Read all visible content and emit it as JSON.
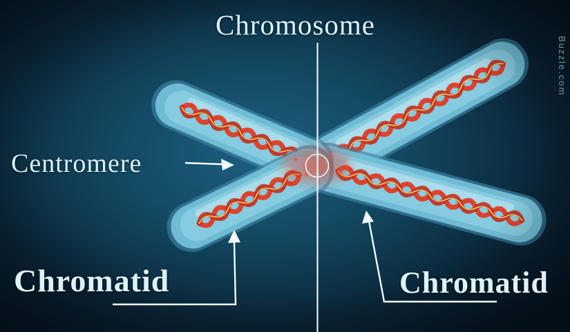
{
  "title": "Chromosome",
  "labels": {
    "centromere": "Centromere",
    "chromatid_left": "Chromatid",
    "chromatid_right": "Chromatid"
  },
  "watermark": "Buzzle.com",
  "colors": {
    "background_center": "#1d5f80",
    "background_edge": "#05121d",
    "label_text": "#dcf2f7",
    "annotation_line": "#f2fbfd",
    "chromatid_edge": "#3e85a6",
    "chromatid_base": "#74c0d8",
    "chromatid_mid": "#9edced",
    "chromatid_highlight": "#dcf4f9",
    "dna_red": "#e23a22",
    "dna_red_dark": "#c22f1c",
    "dna_gold": "#eac76d",
    "centromere_glow": "#d9452e",
    "watermark_text": "#93aab6"
  },
  "diagram": {
    "type": "labeled-illustration",
    "subject": "Duplicated X-shaped chromosome with DNA double helix inside each chromatid",
    "parts": [
      {
        "label": "Chromosome",
        "pointer": "vertical line from title through centromere"
      },
      {
        "label": "Centromere",
        "pointer": "arrow pointing right to central constriction circle"
      },
      {
        "label": "Chromatid",
        "pointer": "arrow pointing up to lower-left arm"
      },
      {
        "label": "Chromatid",
        "pointer": "arrow pointing up to lower-right arm"
      }
    ]
  }
}
